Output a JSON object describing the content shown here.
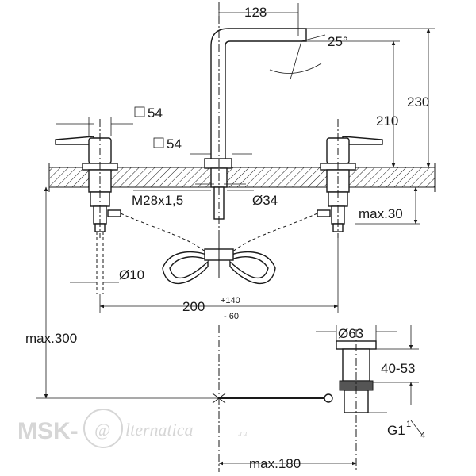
{
  "dimensions": {
    "spout_reach": "128",
    "spout_angle": "25°",
    "height_total": "230",
    "height_spout": "210",
    "handle_square": "54",
    "spout_square": "54",
    "thread": "M28x1,5",
    "spout_dia": "Ø34",
    "max_deck": "max.30",
    "hose_dia": "Ø10",
    "spread_base": "200",
    "spread_plus": "+140",
    "spread_minus": "- 60",
    "max_height": "max.300",
    "drain_dia": "Ø63",
    "drain_range": "40-53",
    "drain_thread_main": "G1",
    "drain_thread_num": "1",
    "drain_thread_den": "4",
    "max_180": "max.180"
  },
  "watermark": {
    "left": "MSK-",
    "at": "@",
    "script": "lternatica",
    "suffix": ".ru"
  }
}
